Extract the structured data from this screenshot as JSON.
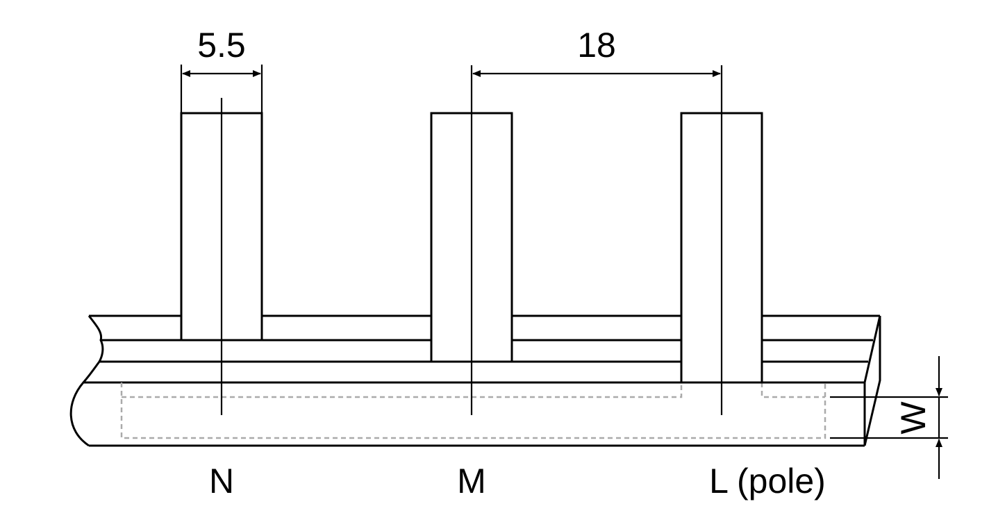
{
  "dimensions": {
    "pin_width": "5.5",
    "pitch": "18",
    "height_label": "W"
  },
  "labels": {
    "neutral": "N",
    "middle": "M",
    "pole": "L (pole)"
  }
}
